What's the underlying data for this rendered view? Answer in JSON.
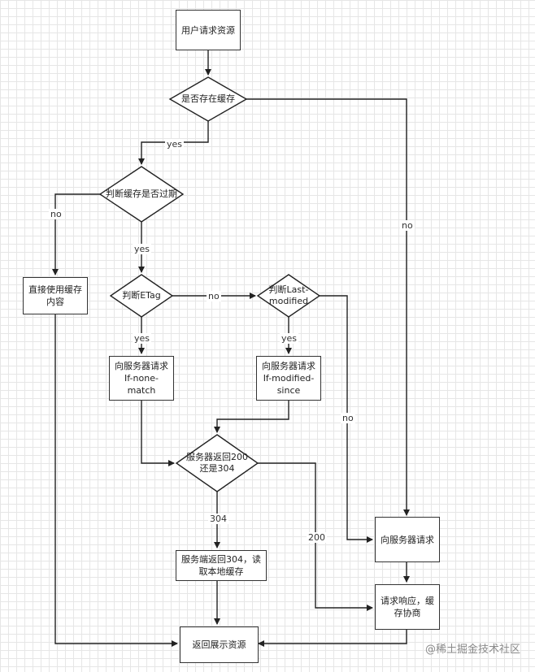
{
  "nodes": {
    "start": "用户请求资源",
    "has_cache": "是否存在缓存",
    "cache_expired": "判断缓存是否过期",
    "use_cache": "直接使用缓存\n内容",
    "etag": "判断ETag",
    "last_modified": "判断Last-\nmodified",
    "req_if_none_match": "向服务器请求\nIf-none-\nmatch",
    "req_if_modified_since": "向服务器请求\nIf-modified-\nsince",
    "server_returns": "服务器返回200\n还是304",
    "server_304": "服务端返回304，读\n取本地缓存",
    "request_server": "向服务器请求",
    "response_negotiate": "请求响应，缓\n存协商",
    "return_resource": "返回展示资源"
  },
  "edges": {
    "yes_has_cache": "yes",
    "no_has_cache": "no",
    "no_expired": "no",
    "yes_expired": "yes",
    "no_etag": "no",
    "yes_etag": "yes",
    "yes_last_modified": "yes",
    "no_last_modified": "no",
    "code_304": "304",
    "code_200": "200"
  },
  "watermark": "@稀土掘金技术社区"
}
